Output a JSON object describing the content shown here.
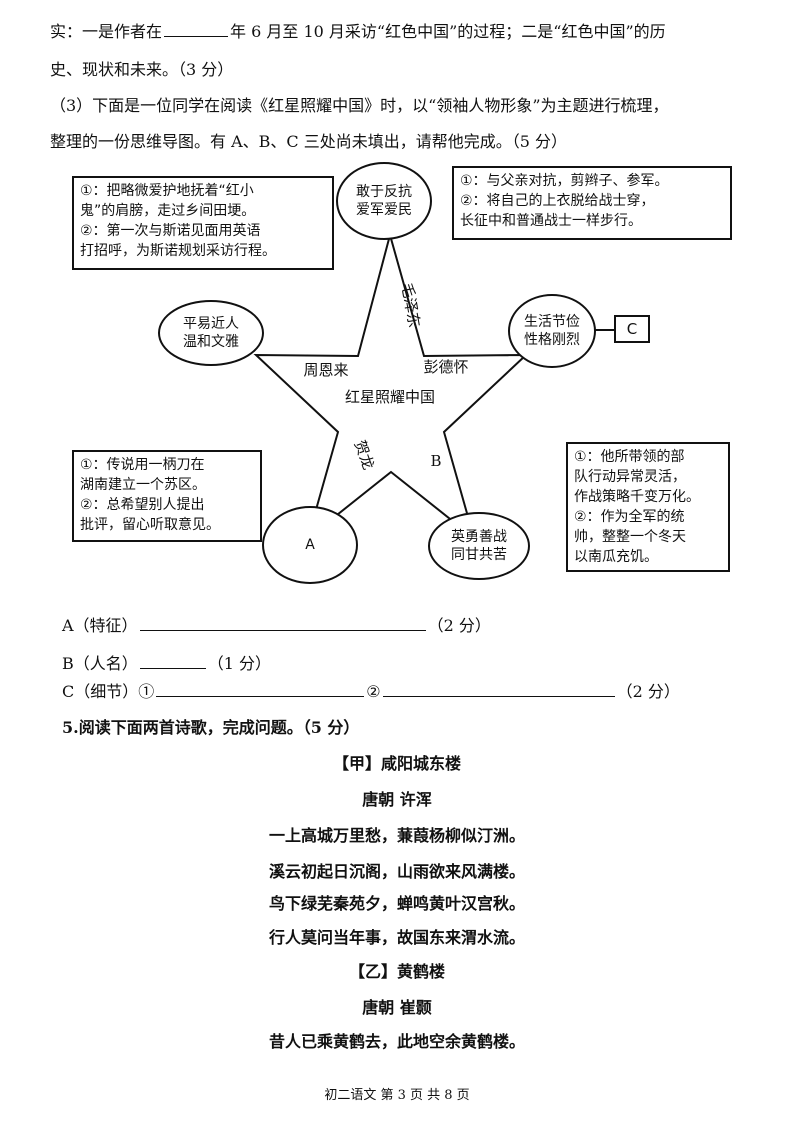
{
  "intro": {
    "line1_a": "实：一是作者在",
    "line1_b": "年 6 月至 10 月采访“红色中国”的过程；二是“红色中国”的历",
    "line2": "史、现状和未来。（3 分）"
  },
  "question3": {
    "line1": "（3）下面是一位同学在阅读《红星照耀中国》时，以“领袖人物形象”为主题进行梳理，",
    "line2": "整理的一份思维导图。有 A、B、C 三处尚未填出，请帮他完成。（5 分）"
  },
  "mindmap": {
    "center": "红星照耀中国",
    "points": {
      "top": "毛泽东",
      "left": "周恩来",
      "right": "彭德怀",
      "bottom_left": "贺龙",
      "bottom_right": "B"
    },
    "ovals": {
      "top": "敢于反抗\n爱军爱民",
      "left": "平易近人\n温和文雅",
      "right": "生活节俭\n性格刚烈",
      "bottom_left": "A",
      "bottom_right": "英勇善战\n同甘共苦"
    },
    "c_label": "C",
    "boxes": {
      "top_left": [
        "①：把略微爱护地抚着“红小",
        "鬼”的肩膀，走过乡间田埂。",
        "②：第一次与斯诺见面用英语",
        "打招呼，为斯诺规划采访行程。"
      ],
      "top_right": [
        "①：与父亲对抗，剪辫子、参军。",
        "②：将自己的上衣脱给战士穿，",
        "长征中和普通战士一样步行。"
      ],
      "bottom_left": [
        "①：传说用一柄刀在",
        "湖南建立一个苏区。",
        "②：总希望别人提出",
        "批评，留心听取意见。"
      ],
      "bottom_right": [
        "①：他所带领的部",
        "队行动异常灵活，",
        "作战策略千变万化。",
        "②：作为全军的统",
        "帅，整整一个冬天",
        "以南瓜充饥。"
      ]
    }
  },
  "answers": {
    "a_label": "A（特征）",
    "a_score": "（2 分）",
    "b_label": "B（人名）",
    "b_score": "（1 分）",
    "c_label": "C（细节）①",
    "c_mid": "②",
    "c_score": "（2 分）"
  },
  "question5": {
    "heading": "5.阅读下面两首诗歌，完成问题。（5 分）"
  },
  "poem1": {
    "title": "【甲】咸阳城东楼",
    "author": "唐朝 许浑",
    "lines": [
      "一上高城万里愁，蒹葭杨柳似汀洲。",
      "溪云初起日沉阁，山雨欲来风满楼。",
      "鸟下绿芜秦苑夕，蝉鸣黄叶汉宫秋。",
      "行人莫问当年事，故国东来渭水流。"
    ]
  },
  "poem2": {
    "title": "【乙】黄鹤楼",
    "author": "唐朝 崔颢",
    "lines": [
      "昔人已乘黄鹤去，此地空余黄鹤楼。"
    ]
  },
  "footer": "初二语文 第 3 页 共 8 页"
}
